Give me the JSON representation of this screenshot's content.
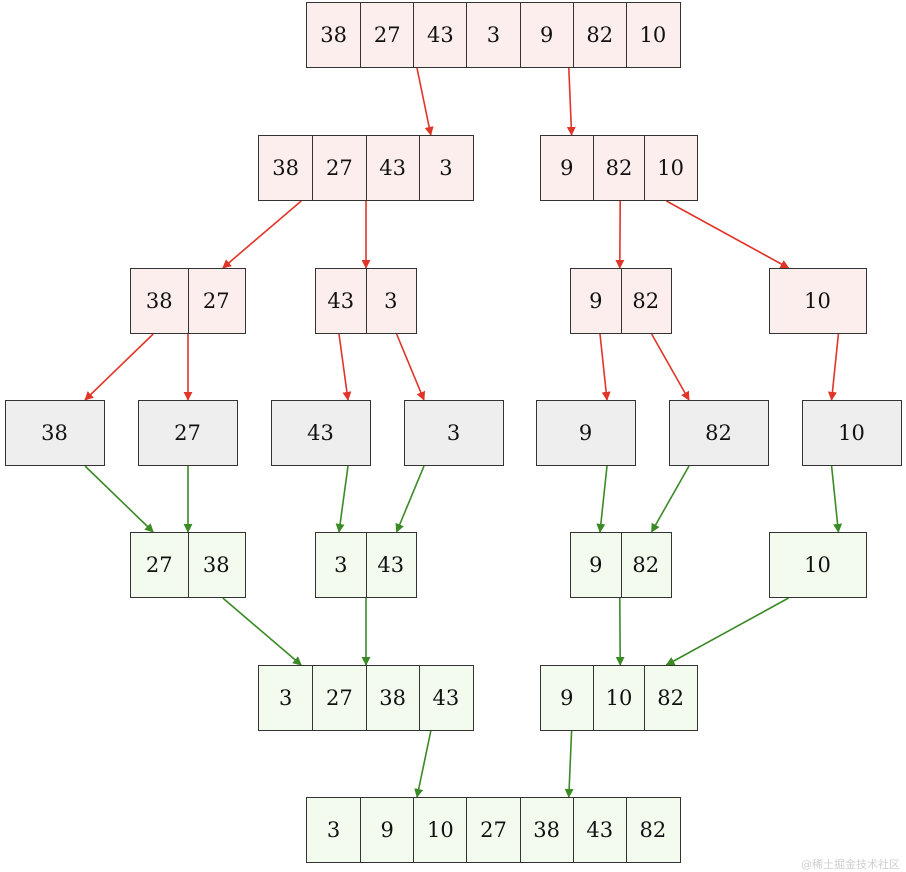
{
  "colors": {
    "split": "#fdeeee",
    "leaf": "#eeeeee",
    "merge": "#f3fbef",
    "split_edge": "#e03528",
    "merge_edge": "#3a8a26",
    "border": "#333333"
  },
  "nodes": [
    {
      "id": "s0",
      "kind": "split",
      "values": [
        "38",
        "27",
        "43",
        "3",
        "9",
        "82",
        "10"
      ]
    },
    {
      "id": "s1a",
      "kind": "split",
      "values": [
        "38",
        "27",
        "43",
        "3"
      ]
    },
    {
      "id": "s1b",
      "kind": "split",
      "values": [
        "9",
        "82",
        "10"
      ]
    },
    {
      "id": "s2a",
      "kind": "split",
      "values": [
        "38",
        "27"
      ]
    },
    {
      "id": "s2b",
      "kind": "split",
      "values": [
        "43",
        "3"
      ]
    },
    {
      "id": "s2c",
      "kind": "split",
      "values": [
        "9",
        "82"
      ]
    },
    {
      "id": "s2d",
      "kind": "split",
      "values": [
        "10"
      ]
    },
    {
      "id": "l1",
      "kind": "leaf",
      "values": [
        "38"
      ]
    },
    {
      "id": "l2",
      "kind": "leaf",
      "values": [
        "27"
      ]
    },
    {
      "id": "l3",
      "kind": "leaf",
      "values": [
        "43"
      ]
    },
    {
      "id": "l4",
      "kind": "leaf",
      "values": [
        "3"
      ]
    },
    {
      "id": "l5",
      "kind": "leaf",
      "values": [
        "9"
      ]
    },
    {
      "id": "l6",
      "kind": "leaf",
      "values": [
        "82"
      ]
    },
    {
      "id": "l7",
      "kind": "leaf",
      "values": [
        "10"
      ]
    },
    {
      "id": "m1a",
      "kind": "merge",
      "values": [
        "27",
        "38"
      ]
    },
    {
      "id": "m1b",
      "kind": "merge",
      "values": [
        "3",
        "43"
      ]
    },
    {
      "id": "m1c",
      "kind": "merge",
      "values": [
        "9",
        "82"
      ]
    },
    {
      "id": "m1d",
      "kind": "merge",
      "values": [
        "10"
      ]
    },
    {
      "id": "m2a",
      "kind": "merge",
      "values": [
        "3",
        "27",
        "38",
        "43"
      ]
    },
    {
      "id": "m2b",
      "kind": "merge",
      "values": [
        "9",
        "10",
        "82"
      ]
    },
    {
      "id": "m3",
      "kind": "merge",
      "values": [
        "3",
        "9",
        "10",
        "27",
        "38",
        "43",
        "82"
      ]
    }
  ],
  "edges": [
    {
      "from": "s0",
      "to": "s1a",
      "kind": "split"
    },
    {
      "from": "s0",
      "to": "s1b",
      "kind": "split"
    },
    {
      "from": "s1a",
      "to": "s2a",
      "kind": "split"
    },
    {
      "from": "s1a",
      "to": "s2b",
      "kind": "split"
    },
    {
      "from": "s1b",
      "to": "s2c",
      "kind": "split"
    },
    {
      "from": "s1b",
      "to": "s2d",
      "kind": "split"
    },
    {
      "from": "s2a",
      "to": "l1",
      "kind": "split"
    },
    {
      "from": "s2a",
      "to": "l2",
      "kind": "split"
    },
    {
      "from": "s2b",
      "to": "l3",
      "kind": "split"
    },
    {
      "from": "s2b",
      "to": "l4",
      "kind": "split"
    },
    {
      "from": "s2c",
      "to": "l5",
      "kind": "split"
    },
    {
      "from": "s2c",
      "to": "l6",
      "kind": "split"
    },
    {
      "from": "s2d",
      "to": "l7",
      "kind": "split"
    },
    {
      "from": "l1",
      "to": "m1a",
      "kind": "merge"
    },
    {
      "from": "l2",
      "to": "m1a",
      "kind": "merge"
    },
    {
      "from": "l3",
      "to": "m1b",
      "kind": "merge"
    },
    {
      "from": "l4",
      "to": "m1b",
      "kind": "merge"
    },
    {
      "from": "l5",
      "to": "m1c",
      "kind": "merge"
    },
    {
      "from": "l6",
      "to": "m1c",
      "kind": "merge"
    },
    {
      "from": "l7",
      "to": "m1d",
      "kind": "merge"
    },
    {
      "from": "m1a",
      "to": "m2a",
      "kind": "merge"
    },
    {
      "from": "m1b",
      "to": "m2a",
      "kind": "merge"
    },
    {
      "from": "m1c",
      "to": "m2b",
      "kind": "merge"
    },
    {
      "from": "m1d",
      "to": "m2b",
      "kind": "merge"
    },
    {
      "from": "m2a",
      "to": "m3",
      "kind": "merge"
    },
    {
      "from": "m2b",
      "to": "m3",
      "kind": "merge"
    }
  ],
  "watermark": "@稀土掘金技术社区"
}
